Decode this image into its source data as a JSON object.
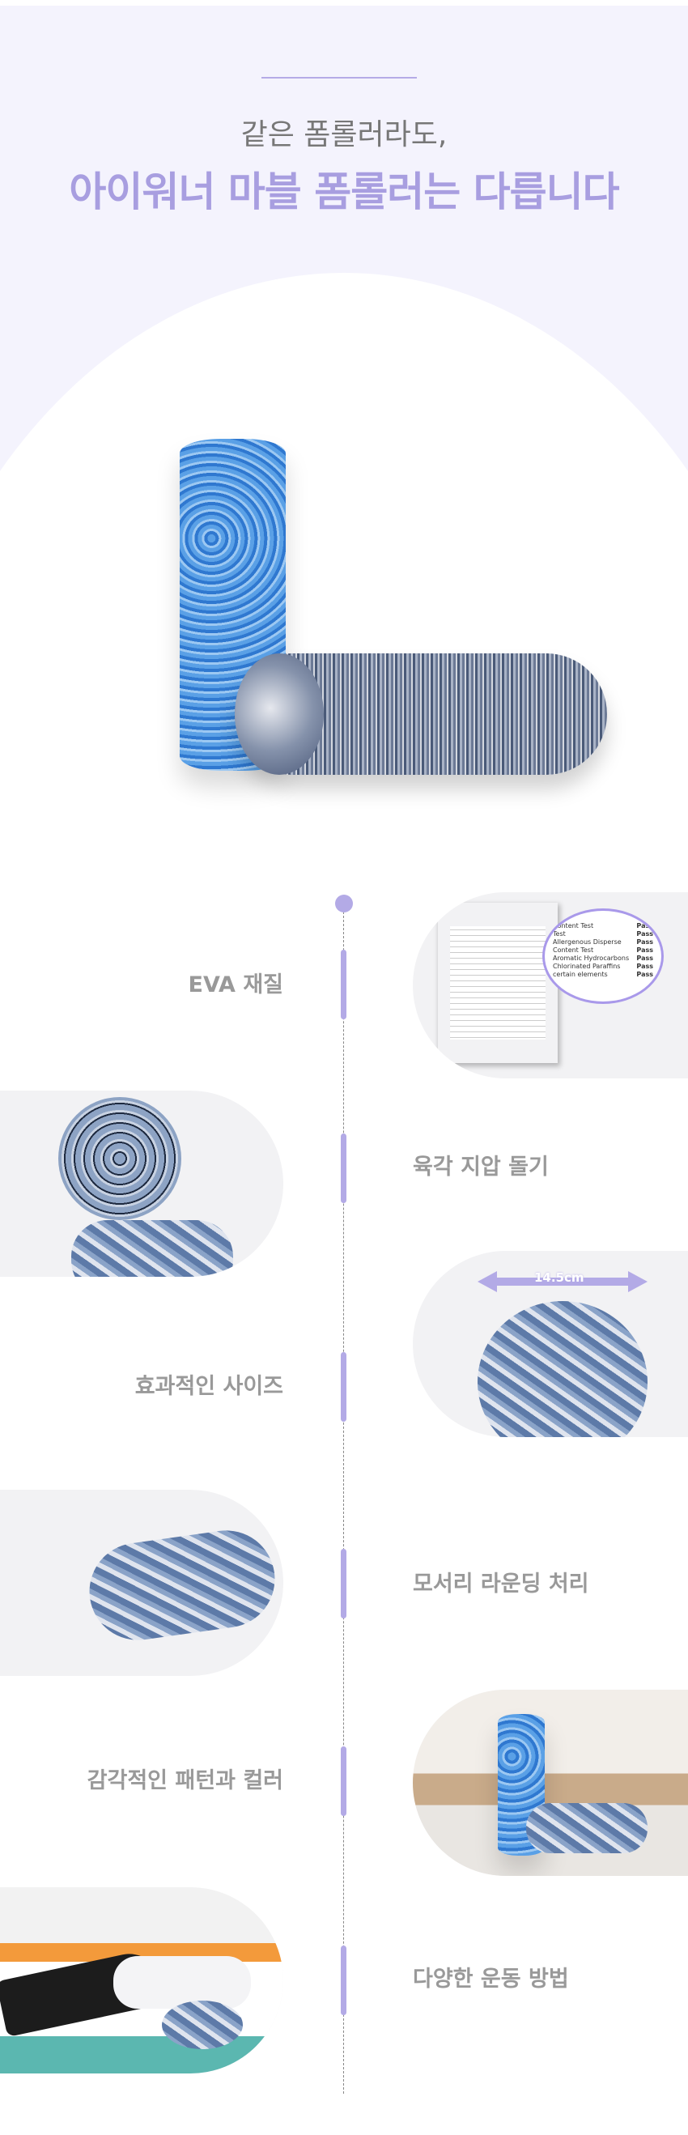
{
  "header": {
    "subtitle": "같은 폼롤러라도,",
    "title": "아이워너 마블 폼롤러는 다릅니다"
  },
  "colors": {
    "accent": "#a89ee0",
    "background": "#f4f3fd",
    "label": "#999999"
  },
  "features": [
    {
      "label": "EVA 재질",
      "image": "test-report-document"
    },
    {
      "label": "육각 지압 돌기",
      "image": "hexagon-texture-closeup"
    },
    {
      "label": "효과적인 사이즈",
      "image": "roller-diameter",
      "dimension": "14.5cm"
    },
    {
      "label": "모서리 라운딩 처리",
      "image": "rounded-edge-roller"
    },
    {
      "label": "감각적인 패턴과 컬러",
      "image": "rollers-in-room"
    },
    {
      "label": "다양한 운동 방법",
      "image": "person-exercising"
    }
  ],
  "report": {
    "rows": [
      "Content Test",
      "Test",
      "Allergenous Disperse",
      "Content Test",
      "Aromatic Hydrocarbons",
      "Chlorinated Paraffins",
      "certain elements"
    ],
    "result": "Pass"
  }
}
